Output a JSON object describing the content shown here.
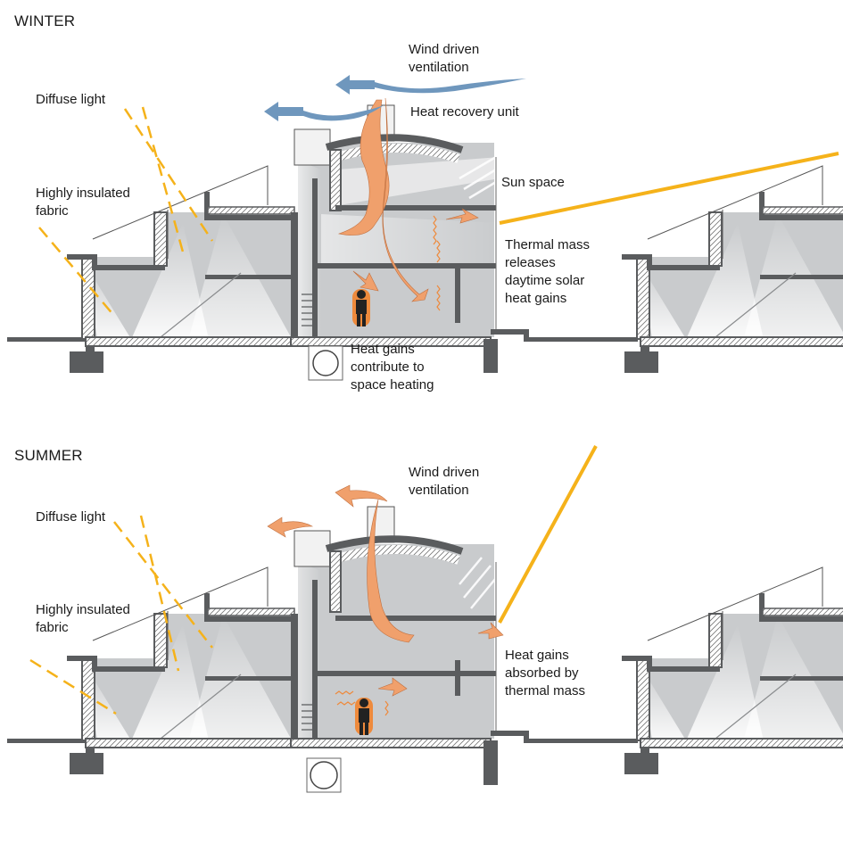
{
  "winter": {
    "title": "WINTER",
    "labels": {
      "wind": "Wind driven\nventilation",
      "heat_recovery": "Heat recovery unit",
      "diffuse": "Diffuse light",
      "insulated": "Highly insulated\nfabric",
      "sun_space": "Sun space",
      "thermal_mass": "Thermal mass\nreleases\ndaytime solar\nheat gains",
      "heat_gains": "Heat gains\ncontribute to\nspace heating"
    }
  },
  "summer": {
    "title": "SUMMER",
    "labels": {
      "wind": "Wind driven\nventilation",
      "diffuse": "Diffuse light",
      "insulated": "Highly insulated\nfabric",
      "heat_gains": "Heat gains\nabsorbed by\nthermal mass"
    }
  },
  "colors": {
    "wall": "#5a5c5e",
    "interior": "#c9cbcd",
    "sun": "#f5b21a",
    "warm_air": "#f0a06c",
    "wind_blue": "#6f97bd",
    "person_glow": "#ee8a3c"
  }
}
